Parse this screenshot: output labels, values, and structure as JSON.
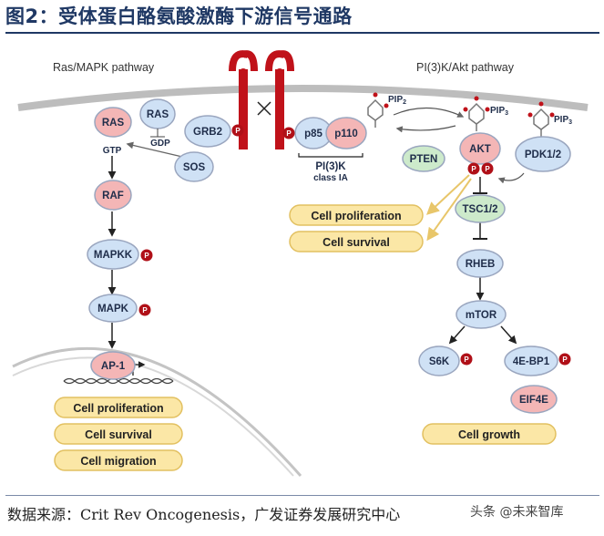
{
  "header": {
    "title": "图2：受体蛋白酪氨酸激酶下游信号通路"
  },
  "pathways": {
    "ras_mapk": "Ras/MAPK pathway",
    "pi3k_akt": "PI(3)K/Akt pathway"
  },
  "nodes": {
    "ras_active": "RAS",
    "ras_inactive": "RAS",
    "gtp": "GTP",
    "gdp": "GDP",
    "grb2": "GRB2",
    "sos": "SOS",
    "raf": "RAF",
    "mapkk": "MAPKK",
    "mapk": "MAPK",
    "ap1": "AP-1",
    "p85": "p85",
    "p110": "p110",
    "pi3k_line1": "PI(3)K",
    "pi3k_line2": "class IA",
    "pip2": "PIP",
    "pip2_sub": "2",
    "pip3_a": "PIP",
    "pip3_a_sub": "3",
    "pip3_b": "PIP",
    "pip3_b_sub": "3",
    "pten": "PTEN",
    "akt": "AKT",
    "pdk12": "PDK1/2",
    "tsc12": "TSC1/2",
    "rheb": "RHEB",
    "mtor": "mTOR",
    "s6k": "S6K",
    "ebp1": "4E-BP1",
    "eif4e": "EIF4E",
    "phospho": "P"
  },
  "outcomes": {
    "left": [
      "Cell proliferation",
      "Cell survival",
      "Cell migration"
    ],
    "middle": [
      "Cell proliferation",
      "Cell survival"
    ],
    "right": "Cell growth"
  },
  "footer": {
    "source": "数据来源：Crit Rev Oncogenesis，广发证券发展研究中心",
    "watermark": "头条 @未来智库"
  }
}
